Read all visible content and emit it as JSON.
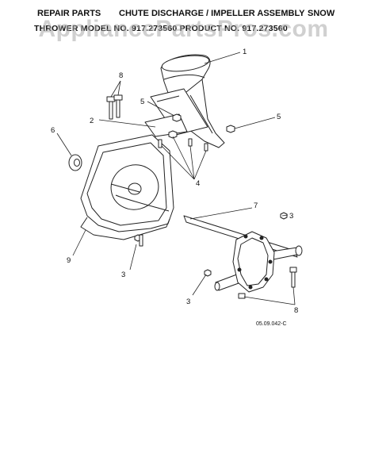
{
  "header": {
    "left": "REPAIR PARTS",
    "middle": "CHUTE DISCHARGE / IMPELLER ASSEMBLY",
    "right": "SNOW",
    "subtitle": "THROWER  MODEL NO. 917.273560  PRODUCT NO. 917.273560"
  },
  "watermark": "AppliancePartsPros.com",
  "diagram": {
    "callouts": [
      "1",
      "2",
      "3",
      "4",
      "5",
      "6",
      "7",
      "8",
      "9"
    ],
    "diagram_code": "05.09.042-C",
    "line_color": "#222222",
    "fill_color": "#ffffff"
  }
}
